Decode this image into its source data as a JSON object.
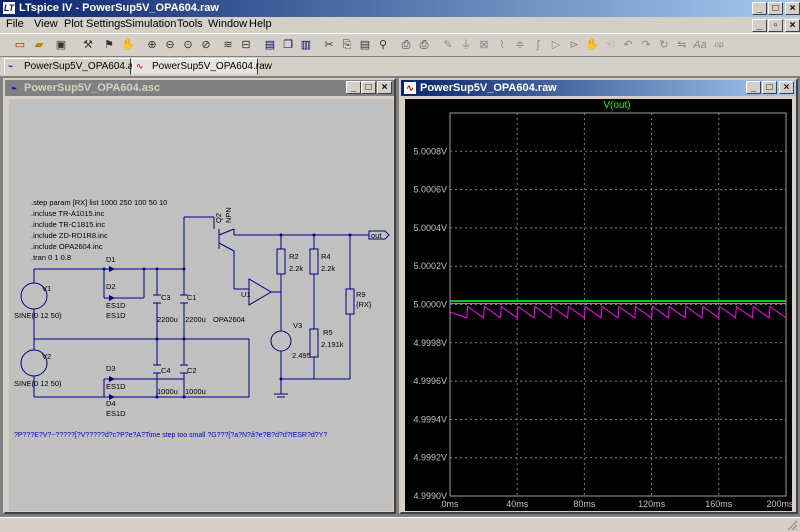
{
  "app": {
    "title": "LTspice IV - PowerSup5V_OPA604.raw",
    "icon_letter": "LT"
  },
  "menu": [
    "File",
    "View",
    "Plot Settings",
    "Simulation",
    "Tools",
    "Window",
    "Help"
  ],
  "toolbar_icons": [
    "new-schematic-icon",
    "open-icon",
    "save-icon",
    "control-panel-icon",
    "run-icon",
    "halt-icon",
    "zoom-in-icon",
    "zoom-out-icon",
    "zoom-fit-icon",
    "zoom-cancel-icon",
    "autorange-icon",
    "tile-horizontal-icon",
    "cascade-icon",
    "tile-vertical-icon",
    "cut-icon",
    "copy-icon",
    "paste-icon",
    "find-icon",
    "print-setup-icon",
    "print-icon",
    "wire-icon",
    "ground-icon",
    "label-icon",
    "resistor-icon",
    "capacitor-icon",
    "inductor-icon",
    "diode-icon",
    "component-icon",
    "move-icon",
    "drag-icon",
    "undo-icon",
    "redo-icon",
    "rotate-icon",
    "mirror-icon",
    "text-icon",
    "spice-directive-icon"
  ],
  "tabs": [
    {
      "label": "PowerSup5V_OPA604.asc",
      "icon": "schematic-icon"
    },
    {
      "label": "PowerSup5V_OPA604.raw",
      "icon": "waveform-icon"
    }
  ],
  "schematic": {
    "title": "PowerSup5V_OPA604.asc",
    "directives": [
      ".step param [RX] list 1000 250 100 50 10",
      ".incluse TR-A1015.inc",
      ".include TR-C1815.inc",
      ".include ZD-RD1R8.inc",
      ".include OPA2604.inc",
      ".tran 0 1 0.8"
    ],
    "labels": {
      "v1": "V1",
      "v1_val": "SINE(0 12 50)",
      "v2": "V2",
      "v2_val": "SINE(0 12 50)",
      "d1": "D1",
      "d1_val": "ES1D",
      "d2": "D2",
      "d2_val": "ES1D",
      "d3": "D3",
      "d3_val": "ES1D",
      "d4": "D4",
      "d4_val": "ES1D",
      "c3": "C3",
      "c3_val": "2200u",
      "c1": "C1",
      "c1_val": "2200u",
      "c4": "C4",
      "c4_val": "1000u",
      "c2": "C2",
      "c2_val": "1000u",
      "u1": "U1",
      "u1_val": "OPA2604",
      "q2": "Q2",
      "q2_type": "NPN",
      "r2": "R2",
      "r2_val": "2.2k",
      "r4": "R4",
      "r4_val": "2.2k",
      "r9": "R9",
      "r9_val": "{RX}",
      "r5": "R5",
      "r5_val": "2.191k",
      "v3": "V3",
      "v3_val": "2.495",
      "out": "out"
    },
    "error_text": "?P???E?V?~?????[?V?????d?c?P?e?A?Time step too small ?G???[?a?N?å?e?B?d?d?IESR?d?Y?"
  },
  "plot": {
    "title": "PowerSup5V_OPA604.raw"
  },
  "chart_data": {
    "type": "line",
    "title": "V(out)",
    "x_ticks": [
      "0ms",
      "40ms",
      "80ms",
      "120ms",
      "160ms",
      "200ms"
    ],
    "y_ticks": [
      "5.0008V",
      "5.0006V",
      "5.0004V",
      "5.0002V",
      "5.0000V",
      "4.9998V",
      "4.9996V",
      "4.9994V",
      "4.9992V",
      "4.9990V"
    ],
    "xlim": [
      0,
      200
    ],
    "ylim": [
      4.999,
      5.001
    ],
    "grid": true,
    "colors": {
      "background": "#000000",
      "grid": "#7f7f7f",
      "title": "#00ff00",
      "axis_text": "#c0c0c0"
    },
    "series": [
      {
        "color": "#00ff00",
        "x": [
          0,
          200
        ],
        "values": [
          5.00002,
          5.00002
        ]
      },
      {
        "color": "#5f9ea0",
        "x": [
          0,
          200
        ],
        "values": [
          5.000015,
          5.000015
        ]
      },
      {
        "color": "#00c0ff",
        "x": [
          0,
          200
        ],
        "values": [
          5.000005,
          5.000005
        ]
      },
      {
        "color": "#ff00ff",
        "ripple": true,
        "x": [
          0,
          10,
          10.5,
          20,
          20.5,
          30,
          30.5,
          40,
          40.5,
          50,
          50.5,
          60,
          60.5,
          70,
          70.5,
          80,
          80.5,
          90,
          90.5,
          100,
          100.5,
          110,
          110.5,
          120,
          120.5,
          130,
          130.5,
          140,
          140.5,
          150,
          150.5,
          160,
          160.5,
          170,
          170.5,
          180,
          180.5,
          190,
          190.5,
          200
        ],
        "values": [
          4.99996,
          4.99993,
          4.99999,
          4.99993,
          4.99999,
          4.99993,
          4.99999,
          4.99993,
          4.99999,
          4.99993,
          4.99999,
          4.99993,
          4.99999,
          4.99993,
          4.99999,
          4.99993,
          4.99999,
          4.99993,
          4.99999,
          4.99993,
          4.99999,
          4.99993,
          4.99999,
          4.99993,
          4.99999,
          4.99993,
          4.99999,
          4.99993,
          4.99999,
          4.99993,
          4.99999,
          4.99993,
          4.99999,
          4.99993,
          4.99999,
          4.99993,
          4.99999,
          4.99993,
          4.99999,
          4.99993
        ]
      }
    ]
  }
}
